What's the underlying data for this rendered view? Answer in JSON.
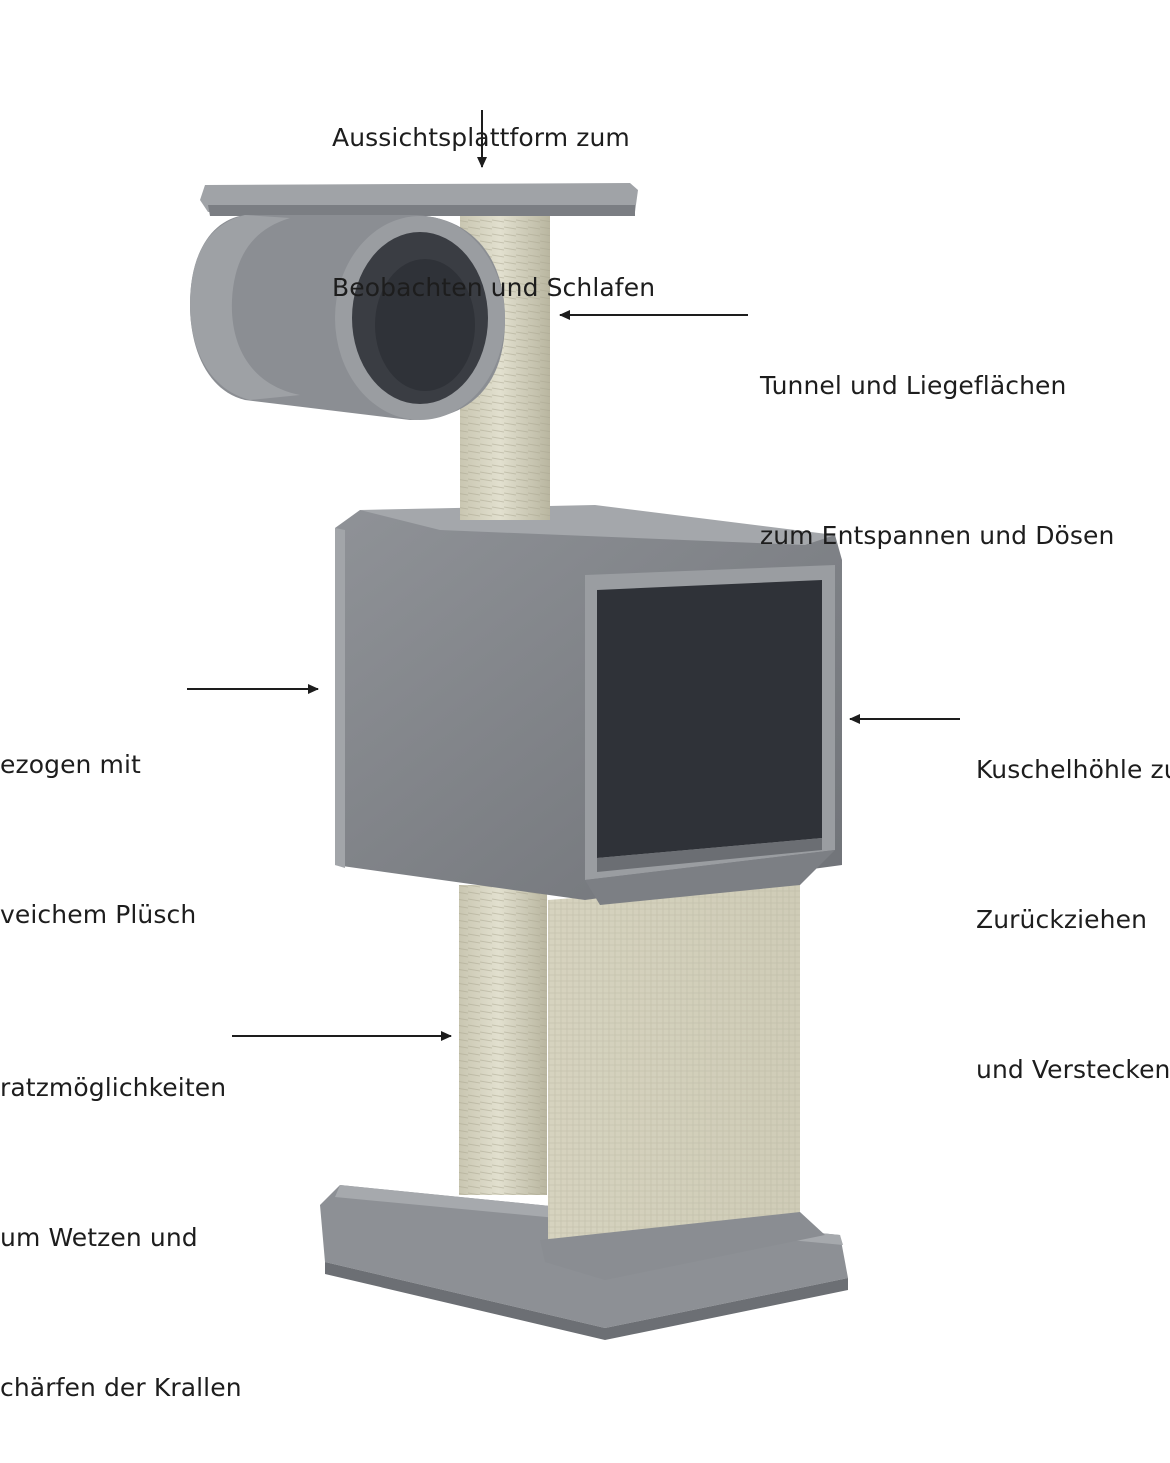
{
  "annotations": {
    "platform": {
      "lines": [
        "Aussichtsplattform zum",
        "Beobachten und Schlafen"
      ]
    },
    "tunnel": {
      "lines": [
        "Tunnel und Liegeflächen",
        "zum Entspannen und Dösen"
      ]
    },
    "plush": {
      "lines": [
        "ezogen mit",
        "veichem Plüsch"
      ]
    },
    "cave": {
      "lines": [
        "Kuschelhöhle zu",
        "Zurückziehen",
        "und Verstecken"
      ]
    },
    "scratch": {
      "lines": [
        "ratzmöglichkeiten",
        "um Wetzen und",
        "chärfen der Krallen"
      ]
    }
  },
  "colors": {
    "plush": "#8a8d92",
    "plush_light": "#a7aaae",
    "plush_dark": "#55585e",
    "cave_inside": "#2f3238",
    "sisal": "#d8d6c2",
    "sisal_shade": "#bfbca6"
  }
}
